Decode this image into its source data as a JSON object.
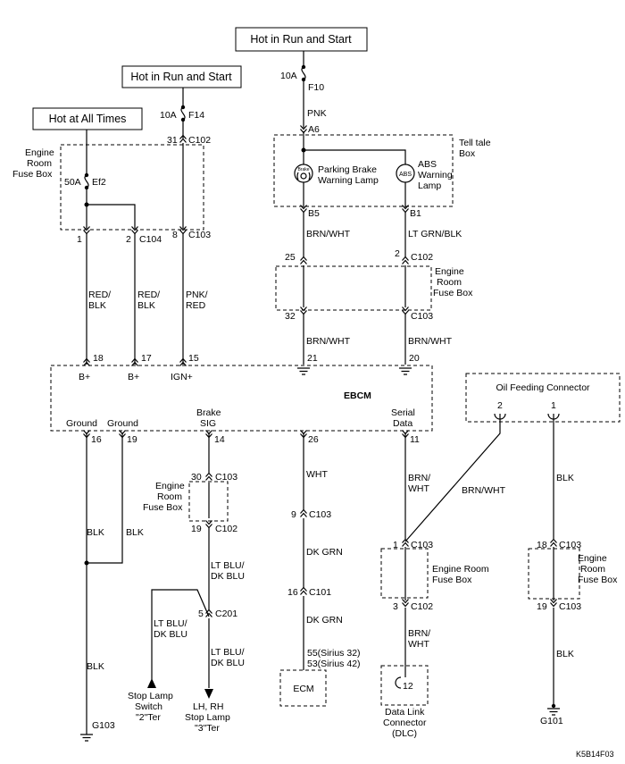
{
  "power": {
    "hot_all_times": "Hot at All Times",
    "hot_run_start_a": "Hot in Run and Start",
    "hot_run_start_b": "Hot in Run and Start"
  },
  "fuses": {
    "ef2_rating": "50A",
    "ef2_name": "Ef2",
    "f14_rating": "10A",
    "f14_name": "F14",
    "f10_rating": "10A",
    "f10_name": "F10"
  },
  "boxes": {
    "engine_room_fuse_box": "Engine\nRoom\nFuse Box",
    "tell_tale_box": "Tell tale\nBox",
    "ebcm": "EBCM",
    "oil_feeding_connector": "Oil Feeding Connector",
    "engine_room_fuse_box_inline": "Engine Room\nFuse Box"
  },
  "connectors": {
    "c102": "C102",
    "c103": "C103",
    "c104": "C104",
    "c101": "C101",
    "c201": "C201",
    "a6": "A6",
    "b5": "B5",
    "b1": "B1"
  },
  "pins": {
    "p31": "31",
    "p1": "1",
    "p2": "2",
    "p8": "8",
    "p25": "25",
    "p32": "32",
    "p18": "18",
    "p17": "17",
    "p15": "15",
    "p21": "21",
    "p20": "20",
    "p16": "16",
    "p19": "19",
    "p14": "14",
    "p26": "26",
    "p11": "11",
    "p30": "30",
    "p9": "9",
    "p5": "5",
    "p3": "3",
    "p12": "12"
  },
  "wire_colors": {
    "pnk": "PNK",
    "red_blk": "RED/\nBLK",
    "pnk_red": "PNK/\nRED",
    "brn_wht": "BRN/WHT",
    "lt_grn_blk": "LT GRN/BLK",
    "brn_wht_stacked": "BRN/\nWHT",
    "blk": "BLK",
    "wht": "WHT",
    "dk_grn": "DK GRN",
    "lt_blu_dk_blu": "LT BLU/\nDK BLU"
  },
  "lamps": {
    "parking_brake": "Parking Brake\nWarning Lamp",
    "parking_brake_icon": "Brake",
    "abs": "ABS\nWarning\nLamp",
    "abs_icon": "ABS"
  },
  "ebcm_terminals": {
    "b_plus": "B+",
    "ign_plus": "IGN+",
    "ground": "Ground",
    "brake_sig": "Brake\nSIG",
    "serial_data": "Serial\nData"
  },
  "components": {
    "stop_lamp_switch": "Stop Lamp\nSwitch\n\"2\"Ter",
    "stop_lamp": "LH, RH\nStop Lamp\n\"3\"Ter",
    "ecm": "ECM",
    "ecm_pins": "55(Sirius 32)\n53(Sirius 42)",
    "dlc": "Data Link\nConnector\n(DLC)"
  },
  "grounds": {
    "g103": "G103",
    "g101": "G101"
  },
  "diagram_id": "K5B14F03"
}
